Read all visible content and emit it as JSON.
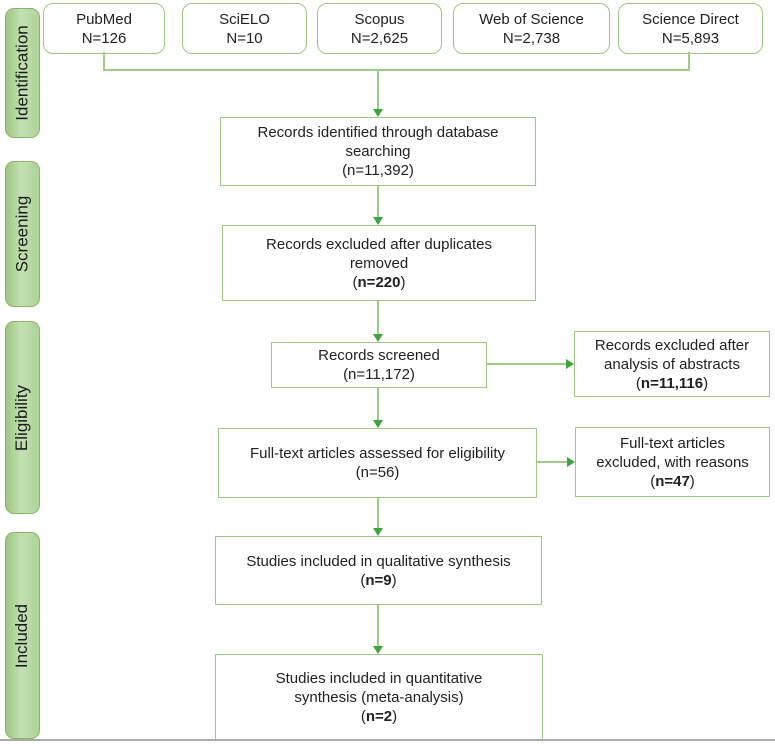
{
  "colors": {
    "line": "#9fcb87",
    "arrow": "#3da53d",
    "box-border": "#9cc883",
    "stage-fill": "#aed397",
    "stage-fill-light": "#c3e0b1",
    "stage-fill-dark": "#9dc682",
    "stage-border": "#87b769",
    "rule": "#a9a9a9"
  },
  "stages": [
    {
      "label": "Identification"
    },
    {
      "label": "Screening"
    },
    {
      "label": "Eligibility"
    },
    {
      "label": "Included"
    }
  ],
  "sources": [
    {
      "name": "PubMed",
      "count": "N=126"
    },
    {
      "name": "SciELO",
      "count": "N=10"
    },
    {
      "name": "Scopus",
      "count": "N=2,625"
    },
    {
      "name": "Web of Science",
      "count": "N=2,738"
    },
    {
      "name": "Science Direct",
      "count": "N=5,893"
    }
  ],
  "boxes": {
    "identified": {
      "line1": "Records identified through database",
      "line2": "searching",
      "count": "(n=11,392)"
    },
    "duplicates": {
      "line1": "Records excluded after duplicates",
      "line2": "removed",
      "count_pre": "(",
      "count_value": "n=220",
      "count_post": ")"
    },
    "screened": {
      "line1": "Records screened",
      "count": "(n=11,172)"
    },
    "abstracts_excluded": {
      "line1": "Records excluded after",
      "line2": "analysis of abstracts",
      "count_pre": "(",
      "count_value": "n=11,116",
      "count_post": ")"
    },
    "fulltext_assessed": {
      "line1": "Full-text articles assessed for eligibility",
      "count": "(n=56)"
    },
    "fulltext_excluded": {
      "line1": "Full-text articles",
      "line2": "excluded, with reasons",
      "count_pre": "(",
      "count_value": "n=47",
      "count_post": ")"
    },
    "qualitative": {
      "line1": "Studies included in qualitative synthesis",
      "count_pre": "(",
      "count_value": "n=9",
      "count_post": ")"
    },
    "quantitative": {
      "line1": "Studies included in quantitative",
      "line2": "synthesis (meta-analysis)",
      "count_pre": "(",
      "count_value": "n=2",
      "count_post": ")"
    }
  }
}
